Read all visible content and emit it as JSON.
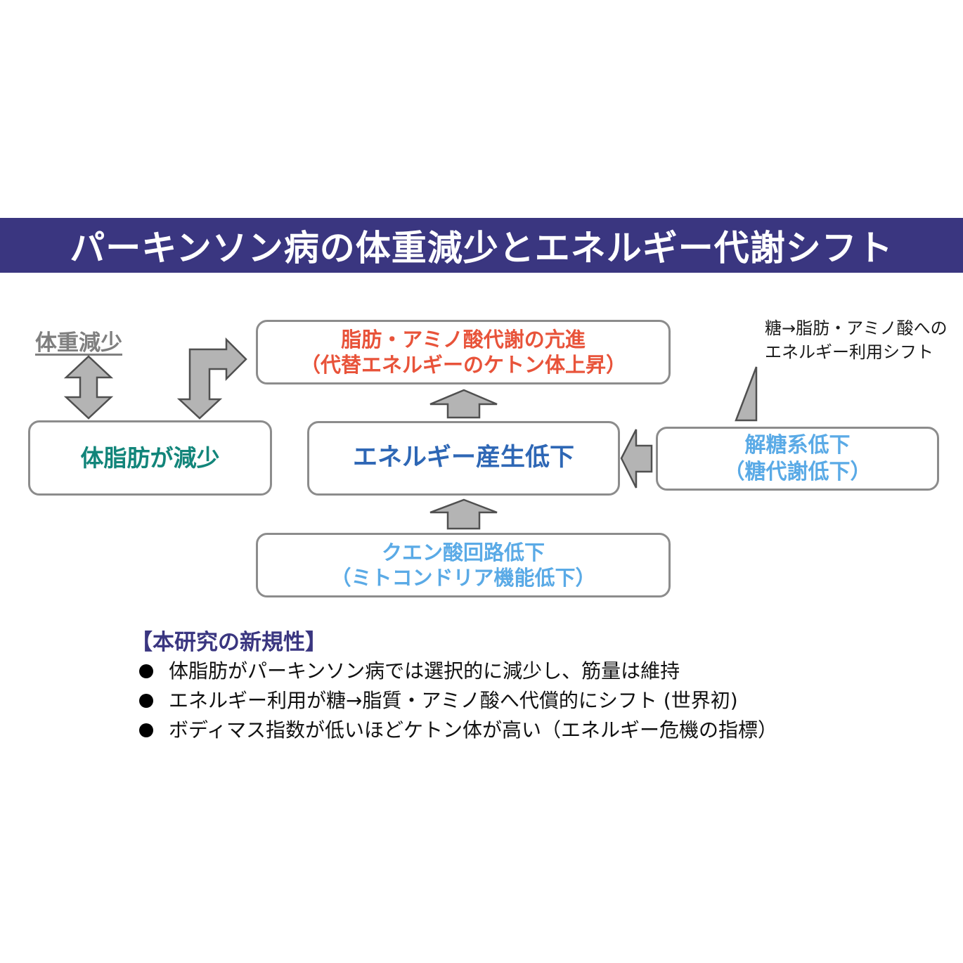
{
  "title": "パーキンソン病の体重減少とエネルギー代謝シフト",
  "side_label": "体重減少",
  "note": {
    "line1": "糖→脂肪・アミノ酸への",
    "line2": "エネルギー利用シフト"
  },
  "boxes": {
    "fat_amino": {
      "line1": "脂肪・アミノ酸代謝の亢進",
      "line2": "（代替エネルギーのケトン体上昇）"
    },
    "body_fat": {
      "line1": "体脂肪が減少"
    },
    "energy": {
      "line1": "エネルギー産生低下"
    },
    "glycolysis": {
      "line1": "解糖系低下",
      "line2": "（糖代謝低下）"
    },
    "citric": {
      "line1": "クエン酸回路低下",
      "line2": "（ミトコンドリア機能低下）"
    }
  },
  "novelty": {
    "heading": "【本研究の新規性】",
    "items": [
      "体脂肪がパーキンソン病では選択的に減少し、筋量は維持",
      "エネルギー利用が糖→脂質・アミノ酸へ代償的にシフト (世界初)",
      "ボディマス指数が低いほどケトン体が高い（エネルギー危機の指標）"
    ]
  },
  "colors": {
    "banner": "#3a3680",
    "orange_red": "#e8533a",
    "teal": "#12857a",
    "blue": "#2e67b5",
    "light_blue": "#5aaae6",
    "arrow_fill": "#b4b4b4",
    "arrow_stroke": "#505050"
  }
}
